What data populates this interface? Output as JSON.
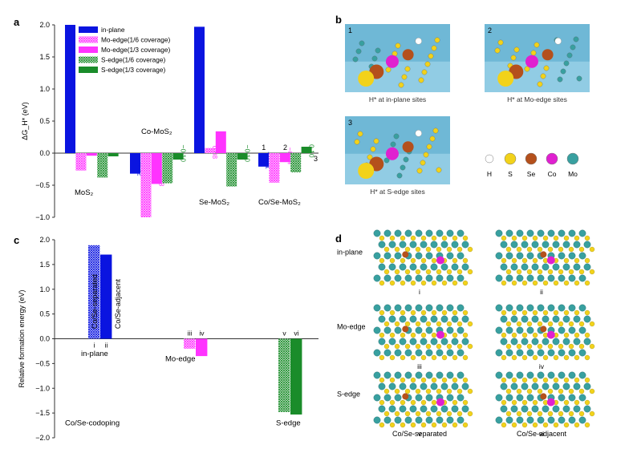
{
  "colors": {
    "inplane": "#0a14e0",
    "mo": "#ff33ff",
    "s": "#1a8c2a",
    "axis": "#333333",
    "sea": "#6fb8d6",
    "S_atom": "#f2d21a",
    "Se_atom": "#b4501c",
    "Co_atom": "#e020d0",
    "Mo_atom": "#38a0a0",
    "H_atom": "#ffffff"
  },
  "panels": {
    "a": "a",
    "b": "b",
    "c": "c",
    "d": "d"
  },
  "chart_data": [
    {
      "type": "bar",
      "panel": "a",
      "ylabel": "ΔG_H* (eV)",
      "ylim": [
        -1.0,
        2.0
      ],
      "yticks": [
        "2.0",
        "1.5",
        "1.0",
        "0.5",
        "0.0",
        "−0.5",
        "−1.0"
      ],
      "ytick_values": [
        2.0,
        1.5,
        1.0,
        0.5,
        0.0,
        -0.5,
        -1.0
      ],
      "legend": {
        "position": "top-left",
        "entries": [
          {
            "label": "in-plane",
            "color": "inplane",
            "pattern": "solid"
          },
          {
            "label": "Mo-edge(1/6 coverage)",
            "color": "mo",
            "pattern": "hatch"
          },
          {
            "label": "Mo-edge(1/3 coverage)",
            "color": "mo",
            "pattern": "solid"
          },
          {
            "label": "S-edge(1/6 coverage)",
            "color": "s",
            "pattern": "hatch"
          },
          {
            "label": "S-edge(1/3 coverage)",
            "color": "s",
            "pattern": "solid"
          }
        ]
      },
      "groups": [
        {
          "label": "MoS₂",
          "label_y": -0.65,
          "bars": [
            {
              "value": 2.0,
              "color": "inplane",
              "pattern": "solid"
            },
            {
              "value": -0.27,
              "color": "mo",
              "pattern": "hatch"
            },
            {
              "value": -0.04,
              "color": "mo",
              "pattern": "solid"
            },
            {
              "value": -0.38,
              "color": "s",
              "pattern": "hatch"
            },
            {
              "value": -0.05,
              "color": "s",
              "pattern": "solid"
            }
          ]
        },
        {
          "label": "Co-MoS₂",
          "label_y": 0.3,
          "bars": [
            {
              "value": -0.32,
              "color": "inplane",
              "pattern": "solid",
              "label": "−0.32"
            },
            {
              "value": -1.0,
              "color": "mo",
              "pattern": "hatch"
            },
            {
              "value": -0.48,
              "color": "mo",
              "pattern": "solid",
              "label": "−0.48"
            },
            {
              "value": -0.47,
              "color": "s",
              "pattern": "hatch"
            },
            {
              "value": -0.1,
              "color": "s",
              "pattern": "solid",
              "label": "−0.10"
            }
          ]
        },
        {
          "label": "Se-MoS₂",
          "label_y": -0.8,
          "bars": [
            {
              "value": 1.97,
              "color": "inplane",
              "pattern": "solid"
            },
            {
              "value": 0.08,
              "color": "mo",
              "pattern": "hatch",
              "label": "0.08"
            },
            {
              "value": 0.34,
              "color": "mo",
              "pattern": "solid"
            },
            {
              "value": -0.52,
              "color": "s",
              "pattern": "hatch"
            },
            {
              "value": -0.1,
              "color": "s",
              "pattern": "solid",
              "label": "−0.10"
            }
          ]
        },
        {
          "label": "Co/Se-MoS₂",
          "label_y": -0.8,
          "bars": [
            {
              "value": -0.21,
              "color": "inplane",
              "pattern": "solid",
              "label": "−0.21",
              "site": "1"
            },
            {
              "value": -0.46,
              "color": "mo",
              "pattern": "hatch"
            },
            {
              "value": -0.14,
              "color": "mo",
              "pattern": "solid",
              "label": "−0.14",
              "site": "2"
            },
            {
              "value": -0.3,
              "color": "s",
              "pattern": "hatch"
            },
            {
              "value": 0.1,
              "color": "s",
              "pattern": "solid",
              "label": "0.10",
              "site": "3"
            }
          ]
        }
      ]
    },
    {
      "type": "bar",
      "panel": "c",
      "ylabel": "Relative formation energy (eV)",
      "ylim": [
        -2.0,
        2.0
      ],
      "yticks": [
        "2.0",
        "1.5",
        "1.0",
        "0.5",
        "0.0",
        "−0.5",
        "−1.0",
        "−1.5",
        "−2.0"
      ],
      "ytick_values": [
        2.0,
        1.5,
        1.0,
        0.5,
        0.0,
        -0.5,
        -1.0,
        -1.5,
        -2.0
      ],
      "note": "Co/Se-codoping",
      "groups": [
        {
          "label": "in-plane",
          "bars": [
            {
              "value": 1.89,
              "color": "inplane",
              "pattern": "hatch",
              "num": "i",
              "vlabel": "Co/Se-separated"
            },
            {
              "value": 1.7,
              "color": "inplane",
              "pattern": "solid",
              "num": "ii",
              "vlabel": "Co/Se-adjacent"
            }
          ]
        },
        {
          "label": "Mo-edge",
          "bars": [
            {
              "value": -0.2,
              "color": "mo",
              "pattern": "hatch",
              "num": "iii"
            },
            {
              "value": -0.35,
              "color": "mo",
              "pattern": "solid",
              "num": "iv"
            }
          ]
        },
        {
          "label": "S-edge",
          "bars": [
            {
              "value": -1.48,
              "color": "s",
              "pattern": "hatch",
              "num": "v"
            },
            {
              "value": -1.53,
              "color": "s",
              "pattern": "solid",
              "num": "vi"
            }
          ]
        }
      ]
    }
  ],
  "panel_b": {
    "tiles": [
      {
        "num": "1",
        "caption": "H* at in-plane sites"
      },
      {
        "num": "2",
        "caption": "H* at Mo-edge sites"
      },
      {
        "num": "3",
        "caption": "H* at S-edge sites"
      }
    ],
    "atom_legend": [
      {
        "label": "H",
        "color": "H_atom"
      },
      {
        "label": "S",
        "color": "S_atom"
      },
      {
        "label": "Se",
        "color": "Se_atom"
      },
      {
        "label": "Co",
        "color": "Co_atom"
      },
      {
        "label": "Mo",
        "color": "Mo_atom"
      }
    ]
  },
  "panel_d": {
    "rows": [
      "in-plane",
      "Mo-edge",
      "S-edge"
    ],
    "nums": [
      "i",
      "ii",
      "iii",
      "iv",
      "v",
      "vi"
    ],
    "bottom": [
      "Co/Se-separated",
      "Co/Se-adjacent"
    ]
  }
}
